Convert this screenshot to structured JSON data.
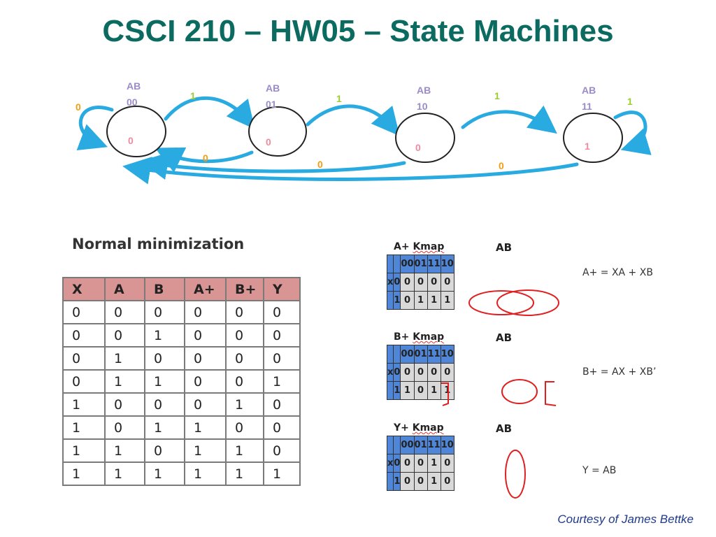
{
  "title": "CSCI 210 – HW05 – State Machines",
  "colors": {
    "title": "#0b6b60",
    "arrow": "#29abe2",
    "state_label": "#9b8bc9",
    "output": "#f08aa0",
    "input_one": "#9acd32",
    "input_zero": "#f39c12",
    "table_header": "#d99594",
    "kmap_header": "#4f86d8",
    "kmap_cell": "#d9d9d9",
    "circle_mark": "#e02020"
  },
  "state_diagram": {
    "states": [
      {
        "label": "AB",
        "code": "00",
        "output": "0"
      },
      {
        "label": "AB",
        "code": "01",
        "output": "0"
      },
      {
        "label": "AB",
        "code": "10",
        "output": "0"
      },
      {
        "label": "AB",
        "code": "11",
        "output": "1"
      }
    ],
    "transitions": [
      {
        "from": "00",
        "to": "00",
        "input": "0"
      },
      {
        "from": "00",
        "to": "01",
        "input": "1"
      },
      {
        "from": "01",
        "to": "10",
        "input": "1"
      },
      {
        "from": "10",
        "to": "11",
        "input": "1"
      },
      {
        "from": "11",
        "to": "11",
        "input": "1"
      },
      {
        "from": "01",
        "to": "00",
        "input": "0"
      },
      {
        "from": "10",
        "to": "00",
        "input": "0"
      },
      {
        "from": "11",
        "to": "00",
        "input": "0"
      }
    ]
  },
  "truth_table": {
    "caption": "Normal minimization",
    "headers": [
      "X",
      "A",
      "B",
      "A+",
      "B+",
      "Y"
    ],
    "rows": [
      [
        "0",
        "0",
        "0",
        "0",
        "0",
        "0"
      ],
      [
        "0",
        "0",
        "1",
        "0",
        "0",
        "0"
      ],
      [
        "0",
        "1",
        "0",
        "0",
        "0",
        "0"
      ],
      [
        "0",
        "1",
        "1",
        "0",
        "0",
        "1"
      ],
      [
        "1",
        "0",
        "0",
        "0",
        "1",
        "0"
      ],
      [
        "1",
        "0",
        "1",
        "1",
        "0",
        "0"
      ],
      [
        "1",
        "1",
        "0",
        "1",
        "1",
        "0"
      ],
      [
        "1",
        "1",
        "1",
        "1",
        "1",
        "1"
      ]
    ]
  },
  "kmaps": [
    {
      "title_prefix": "A+ ",
      "title_word": "Kmap",
      "ab_label": "AB",
      "columns": [
        "00",
        "01",
        "11",
        "10"
      ],
      "row_var": "x",
      "rows": [
        {
          "x": "0",
          "cells": [
            "0",
            "0",
            "0",
            "0"
          ]
        },
        {
          "x": "1",
          "cells": [
            "0",
            "1",
            "1",
            "1"
          ]
        }
      ],
      "equation": "A+ = XA + XB"
    },
    {
      "title_prefix": "B+ ",
      "title_word": "Kmap",
      "ab_label": "AB",
      "columns": [
        "00",
        "01",
        "11",
        "10"
      ],
      "row_var": "x",
      "rows": [
        {
          "x": "0",
          "cells": [
            "0",
            "0",
            "0",
            "0"
          ]
        },
        {
          "x": "1",
          "cells": [
            "1",
            "0",
            "1",
            "1"
          ]
        }
      ],
      "equation": "B+ = AX + XB’"
    },
    {
      "title_prefix": "Y+ ",
      "title_word": "Kmap",
      "ab_label": "AB",
      "columns": [
        "00",
        "01",
        "11",
        "10"
      ],
      "row_var": "x",
      "rows": [
        {
          "x": "0",
          "cells": [
            "0",
            "0",
            "1",
            "0"
          ]
        },
        {
          "x": "1",
          "cells": [
            "0",
            "0",
            "1",
            "0"
          ]
        }
      ],
      "equation": "Y = AB"
    }
  ],
  "footer": {
    "courtesy": "Courtesy of James Bettke"
  }
}
